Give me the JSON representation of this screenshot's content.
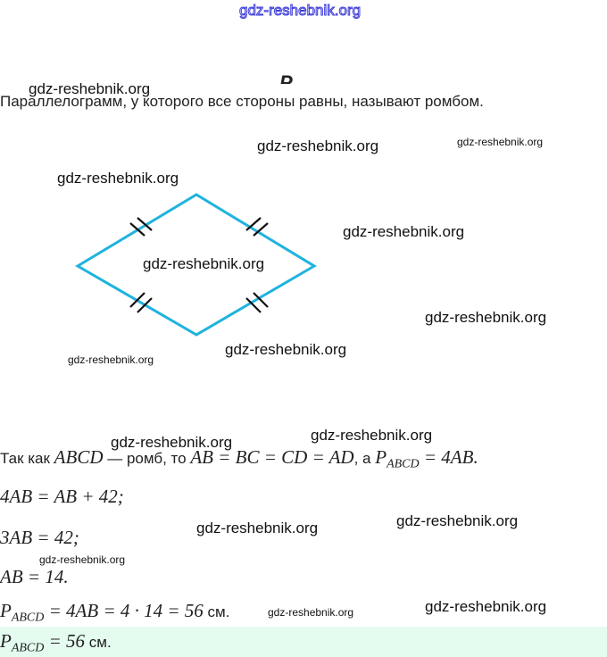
{
  "watermarks": [
    "gdz-reshebnik.org"
  ],
  "title_fragment": "P",
  "definition": "Параллелограмм, у которого все стороны равны, называют ромбом.",
  "figure": {
    "stroke_color": "#1fb3de",
    "shape": "rhombus",
    "equal_side_marks": 2
  },
  "solution": {
    "l1_a": "Так как ",
    "l1_b": "ABCD",
    "l1_c": " — ромб, то ",
    "l1_d": "AB = BC = CD = AD",
    "l1_e": ", а ",
    "l1_f": "P",
    "l1_sub": "ABCD",
    "l1_g": " = 4AB.",
    "l2": "4AB = AB + 42;",
    "l3": "3AB = 42;",
    "l4": "AB = 14.",
    "l5_p": "P",
    "l5_sub": "ABCD",
    "l5_eq": " = 4AB = 4 · 14 = 56",
    "l5_unit": " см."
  },
  "answer": {
    "p": "P",
    "sub": "ABCD",
    "eq": " = 56",
    "unit": " см."
  }
}
